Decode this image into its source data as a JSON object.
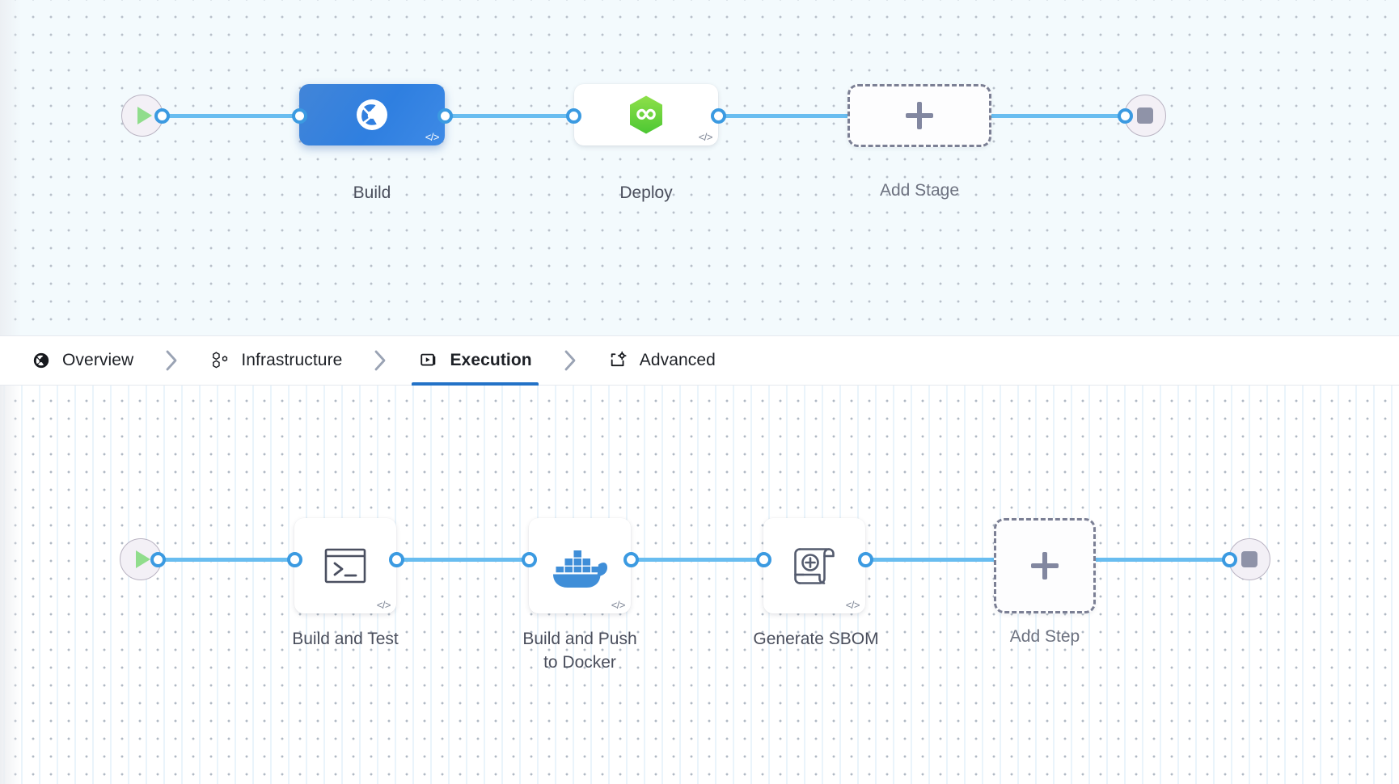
{
  "stage_canvas": {
    "start_node": {
      "name": "pipeline-start",
      "icon": "play-icon"
    },
    "end_node": {
      "name": "pipeline-end",
      "icon": "stop-icon"
    },
    "stages": [
      {
        "label": "Build",
        "icon": "harness-ci-icon",
        "selected": true,
        "code_badge": "</>"
      },
      {
        "label": "Deploy",
        "icon": "harness-cd-infinity-icon",
        "selected": false,
        "code_badge": "</>"
      }
    ],
    "add_stage": {
      "label": "Add Stage",
      "icon": "plus-icon"
    }
  },
  "tabbar": {
    "tabs": [
      {
        "label": "Overview",
        "icon": "overview-pie-icon",
        "active": false
      },
      {
        "label": "Infrastructure",
        "icon": "hexagon-cluster-icon",
        "active": false
      },
      {
        "label": "Execution",
        "icon": "play-box-icon",
        "active": true
      },
      {
        "label": "Advanced",
        "icon": "box-gear-icon",
        "active": false
      }
    ],
    "separator_icon": "chevron-right-icon",
    "active_underline_color": "#2372c7"
  },
  "step_canvas": {
    "start_node": {
      "name": "execution-start",
      "icon": "play-icon"
    },
    "end_node": {
      "name": "execution-end",
      "icon": "stop-icon"
    },
    "steps": [
      {
        "label": "Build and Test",
        "icon": "terminal-icon",
        "code_badge": "</>"
      },
      {
        "label": "Build and Push\nto Docker",
        "icon": "docker-whale-icon",
        "code_badge": "</>"
      },
      {
        "label": "Generate SBOM",
        "icon": "sbom-scroll-plus-icon",
        "code_badge": "</>"
      }
    ],
    "add_step": {
      "label": "Add Step",
      "icon": "plus-icon"
    }
  },
  "colors": {
    "edge": "#69bdf0",
    "port_ring": "#3b9ae1",
    "selected_stage": "#3180dd",
    "deploy_green": "#67d73e",
    "docker_blue": "#3f8ed8",
    "accent": "#2372c7"
  }
}
